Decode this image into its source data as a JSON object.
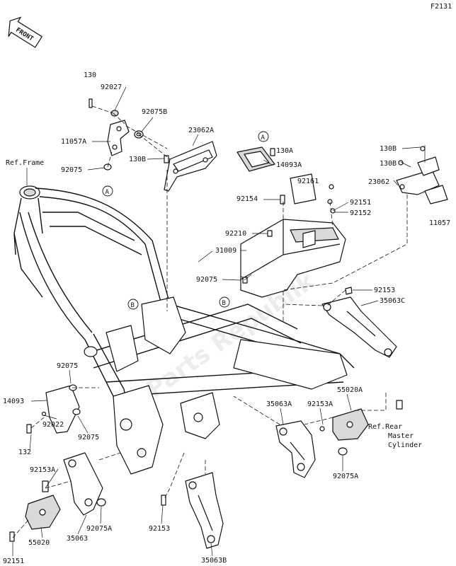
{
  "figure_code": "F2131",
  "front_marker": "FRONT",
  "references": {
    "frame": "Ref.Frame",
    "rear_master_cylinder": [
      "Ref.Rear",
      "Master",
      "Cylinder"
    ]
  },
  "callouts": {
    "A": "A",
    "B": "B"
  },
  "parts": [
    "130",
    "92027",
    "92075B",
    "23062A",
    "11057A",
    "92075",
    "130B",
    "130A",
    "14093A",
    "130B",
    "130B",
    "92161",
    "23062",
    "92154",
    "92151",
    "92152",
    "11057",
    "92210",
    "31009",
    "92075",
    "92153",
    "35063C",
    "92075",
    "14093",
    "92022",
    "92075",
    "132",
    "35063A",
    "92153A",
    "55020A",
    "92153A",
    "92075A",
    "92075A",
    "55020",
    "35063",
    "92153",
    "92151",
    "35063B"
  ],
  "watermark": "Parts Republik"
}
